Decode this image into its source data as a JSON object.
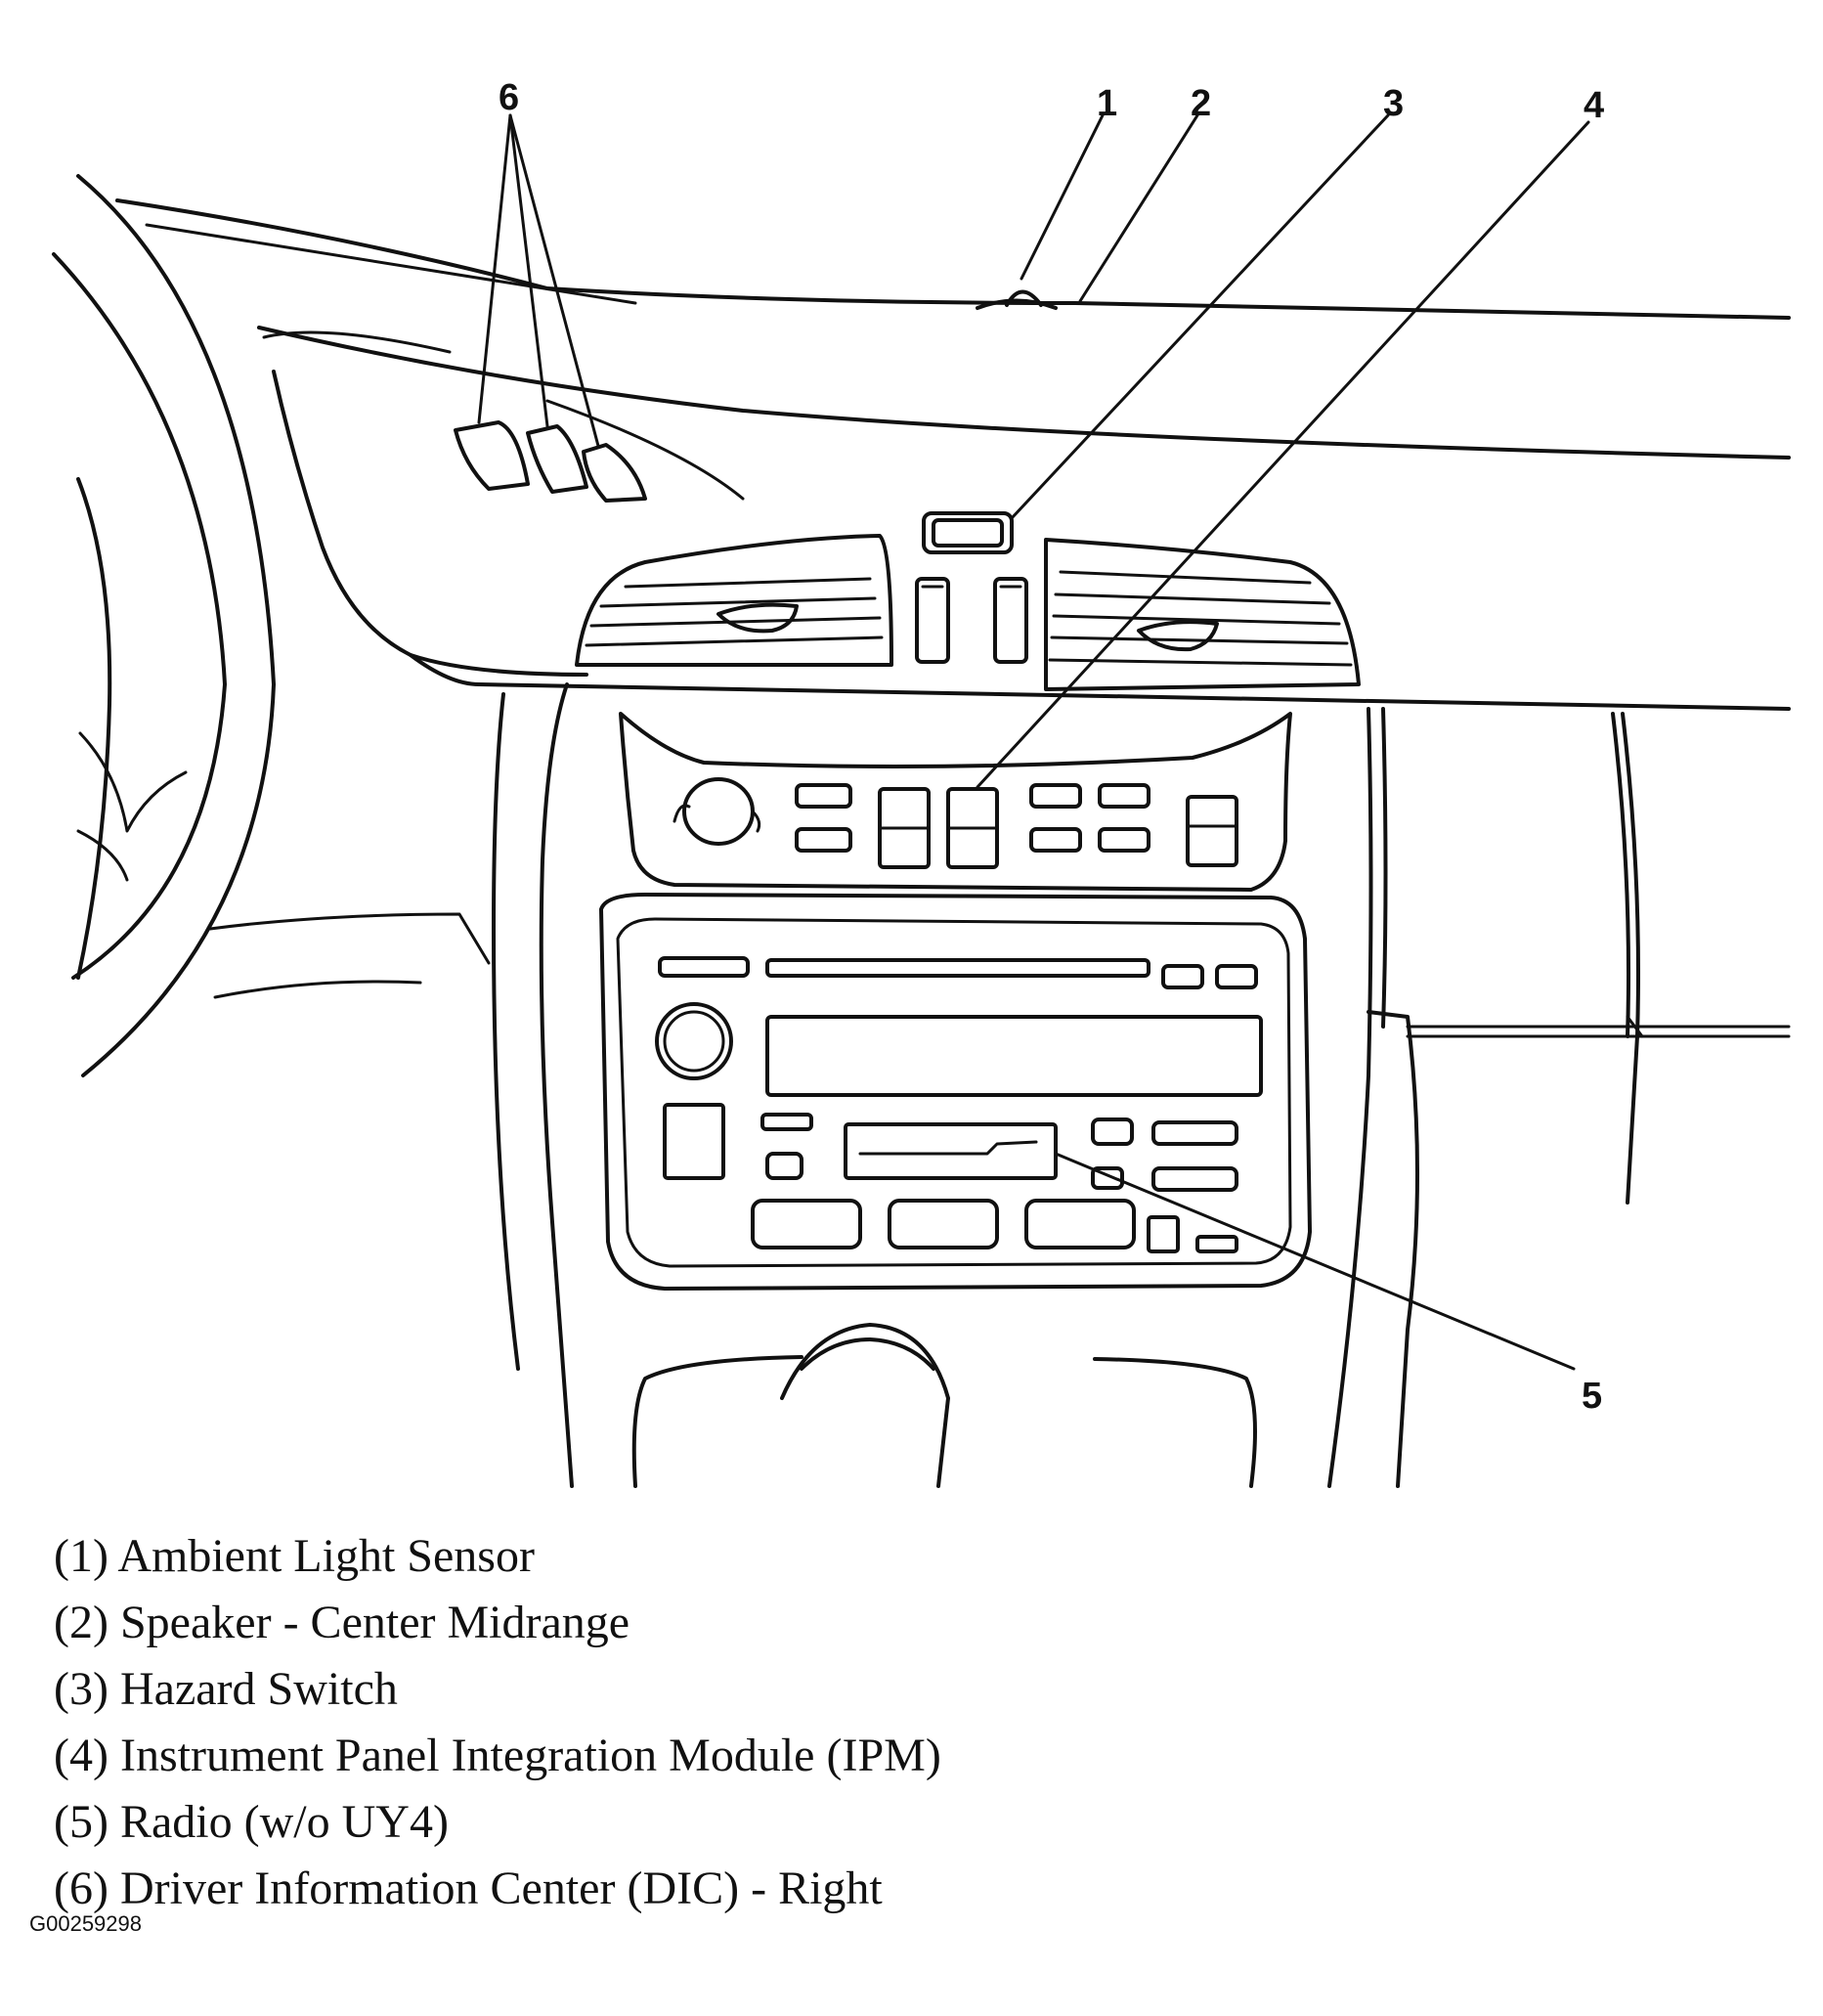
{
  "callouts": [
    "1",
    "2",
    "3",
    "4",
    "5",
    "6"
  ],
  "legend": [
    "(1) Ambient Light Sensor",
    "(2) Speaker - Center Midrange",
    "(3) Hazard Switch",
    "(4) Instrument Panel Integration Module (IPM)",
    "(5) Radio (w/o UY4)",
    "(6) Driver Information Center (DIC) - Right"
  ],
  "figure_id": "G00259298"
}
